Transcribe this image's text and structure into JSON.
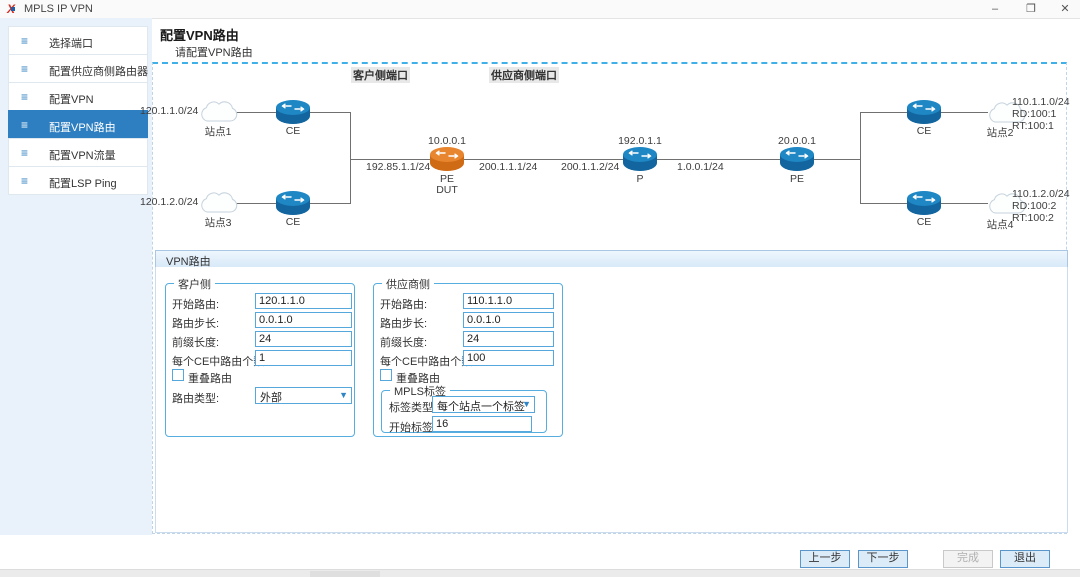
{
  "window": {
    "logo_text": "X",
    "title": "MPLS IP VPN",
    "minimize": "–",
    "restore": "❐",
    "close": "✕"
  },
  "sidebar": {
    "items": [
      "选择端口",
      "配置供应商侧路由器",
      "配置VPN",
      "配置VPN路由",
      "配置VPN流量",
      "配置LSP Ping"
    ],
    "selected": "配置VPN路由"
  },
  "header": {
    "title": "配置VPN路由",
    "subtitle": "请配置VPN路由"
  },
  "topology": {
    "customer_port_label": "客户侧端口",
    "provider_port_label": "供应商侧端口",
    "ce_label": "CE",
    "site1": {
      "name": "站点1",
      "prefix": "120.1.1.0/24"
    },
    "site3": {
      "name": "站点3",
      "prefix": "120.1.2.0/24"
    },
    "site2": {
      "name": "站点2",
      "lines": [
        "110.1.1.0/24",
        "RD:100:1",
        "RT:100:1"
      ]
    },
    "site4": {
      "name": "站点4",
      "lines": [
        "110.1.2.0/24",
        "RD:100:2",
        "RT:100:2"
      ]
    },
    "pe_dut": {
      "ip": "10.0.0.1",
      "name_line1": "PE",
      "name_line2": "DUT"
    },
    "p": {
      "ip": "192.0.1.1",
      "name": "P"
    },
    "pe": {
      "ip": "20.0.0.1",
      "name": "PE"
    },
    "links": {
      "ce_pe": "192.85.1.1/24",
      "pe_right": "200.1.1.1/24",
      "p_left": "200.1.1.2/24",
      "p_pe": "1.0.0.1/24"
    }
  },
  "vpn_panel": {
    "title": "VPN路由",
    "customer": {
      "legend": "客户侧",
      "fields": [
        {
          "label": "开始路由:",
          "value": "120.1.1.0"
        },
        {
          "label": "路由步长:",
          "value": "0.0.1.0"
        },
        {
          "label": "前缀长度:",
          "value": "24"
        },
        {
          "label": "每个CE中路由个数:",
          "value": "1"
        }
      ],
      "overlap_label": "重叠路由",
      "route_type_label": "路由类型:",
      "route_type_value": "外部"
    },
    "provider": {
      "legend": "供应商侧",
      "fields": [
        {
          "label": "开始路由:",
          "value": "110.1.1.0"
        },
        {
          "label": "路由步长:",
          "value": "0.0.1.0"
        },
        {
          "label": "前缀长度:",
          "value": "24"
        },
        {
          "label": "每个CE中路由个数:",
          "value": "100"
        }
      ],
      "overlap_label": "重叠路由",
      "mpls": {
        "legend": "MPLS标签",
        "label_type_label": "标签类型:",
        "label_type_value": "每个站点一个标签",
        "start_label_label": "开始标签:",
        "start_label_value": "16"
      }
    }
  },
  "footer": {
    "prev": "上一步",
    "next": "下一步",
    "finish": "完成",
    "exit": "退出"
  },
  "colors": {
    "accent": "#2e7fc1",
    "router_blue": "#12659e",
    "router_orange": "#cf6a15",
    "dotted_line": "#3fb0e8",
    "panel_border": "#a9c7e5",
    "fieldset_border": "#56aee0",
    "logo_red": "#d42a1e"
  }
}
